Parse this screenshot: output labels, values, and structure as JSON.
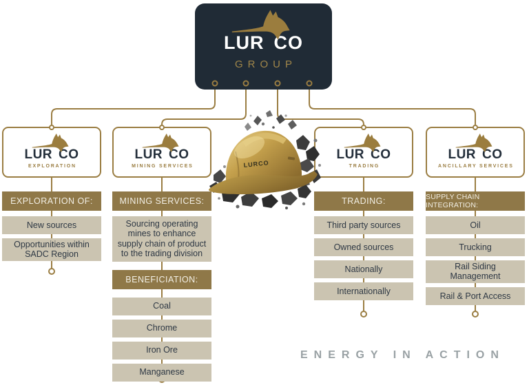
{
  "brand": {
    "wordmark_left": "LUR",
    "wordmark_right": "CO",
    "group_label": "GROUP"
  },
  "tagline": {
    "text": "ENERGY IN ACTION"
  },
  "helmet": {
    "label": "LURCO"
  },
  "colors": {
    "navy": "#202B36",
    "gold": "#9A7D42",
    "bar_gold": "#8F7848",
    "item_beige": "#CBC4B1",
    "item_text": "#2E3844",
    "tagline_gray": "#99A1A4",
    "white": "#FFFFFF"
  },
  "columns": [
    {
      "subtitle": "EXPLORATION",
      "blocks": [
        {
          "kind": "bar",
          "text": "EXPLORATION OF:"
        },
        {
          "kind": "item",
          "text": "New sources"
        },
        {
          "kind": "item",
          "text": "Opportunities within SADC Region"
        }
      ]
    },
    {
      "subtitle": "MINING SERVICES",
      "blocks": [
        {
          "kind": "bar",
          "text": "MINING SERVICES:"
        },
        {
          "kind": "item",
          "text": "Sourcing operating mines to enhance supply chain of product to the trading division"
        },
        {
          "kind": "bar",
          "text": "BENEFICIATION:"
        },
        {
          "kind": "item",
          "text": "Coal"
        },
        {
          "kind": "item",
          "text": "Chrome"
        },
        {
          "kind": "item",
          "text": "Iron Ore"
        },
        {
          "kind": "item",
          "text": "Manganese"
        }
      ]
    },
    {
      "subtitle": "TRADING",
      "blocks": [
        {
          "kind": "bar",
          "text": "TRADING:"
        },
        {
          "kind": "item",
          "text": "Third party sources"
        },
        {
          "kind": "item",
          "text": "Owned sources"
        },
        {
          "kind": "item",
          "text": "Nationally"
        },
        {
          "kind": "item",
          "text": "Internationally"
        }
      ]
    },
    {
      "subtitle": "ANCILLARY SERVICES",
      "blocks": [
        {
          "kind": "bar",
          "text": "SUPPLY CHAIN INTEGRATION:"
        },
        {
          "kind": "item",
          "text": "Oil"
        },
        {
          "kind": "item",
          "text": "Trucking"
        },
        {
          "kind": "item",
          "text": "Rail Siding Management"
        },
        {
          "kind": "item",
          "text": "Rail & Port Access"
        }
      ]
    }
  ]
}
